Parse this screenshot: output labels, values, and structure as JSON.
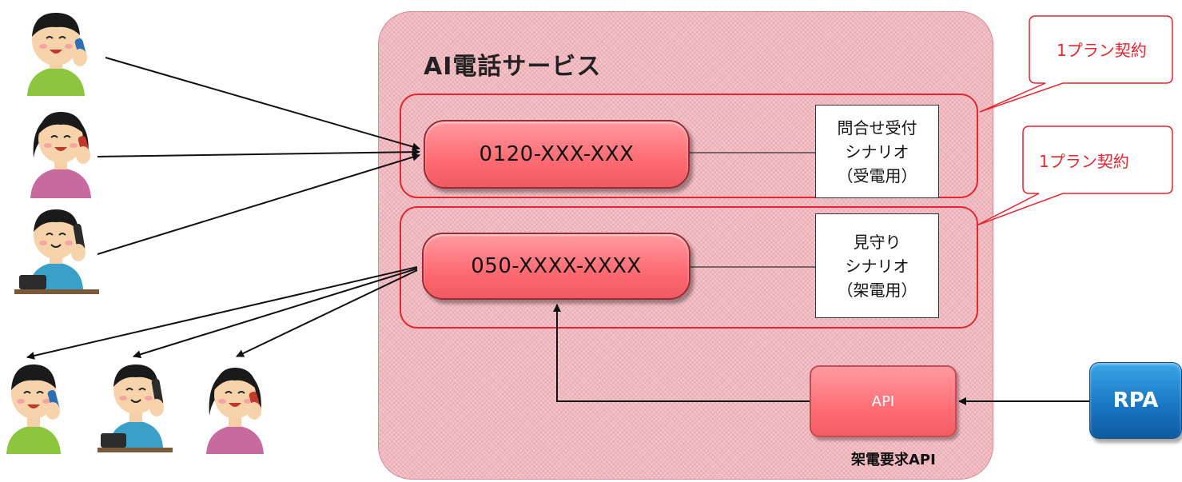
{
  "diagram": {
    "service_title": "AI電話サービス",
    "phone_numbers": [
      {
        "number": "0120-XXX-XXX",
        "scenario_lines": [
          "問合せ受付",
          "シナリオ",
          "（受電用）"
        ]
      },
      {
        "number": "050-XXXX-XXXX",
        "scenario_lines": [
          "見守り",
          "シナリオ",
          "（架電用）"
        ]
      }
    ],
    "plan_callouts": [
      "1プラン契約",
      "1プラン契約"
    ],
    "api": {
      "label": "API",
      "caption": "架電要求API"
    },
    "rpa": {
      "label": "RPA"
    },
    "people": {
      "incoming_callers": [
        {
          "icon": "man-green-shirt-phone-icon"
        },
        {
          "icon": "woman-pink-shirt-phone-icon"
        },
        {
          "icon": "man-blue-shirt-desk-phone-icon"
        }
      ],
      "outgoing_recipients": [
        {
          "icon": "man-green-shirt-phone-icon"
        },
        {
          "icon": "man-blue-shirt-desk-phone-icon"
        },
        {
          "icon": "woman-pink-shirt-phone-icon"
        }
      ]
    },
    "colors": {
      "accent_red": "#e52630",
      "pill_fill": "#ff6b72",
      "rpa_blue": "#1a78c4",
      "panel_fill": "#f2c3c8"
    }
  }
}
